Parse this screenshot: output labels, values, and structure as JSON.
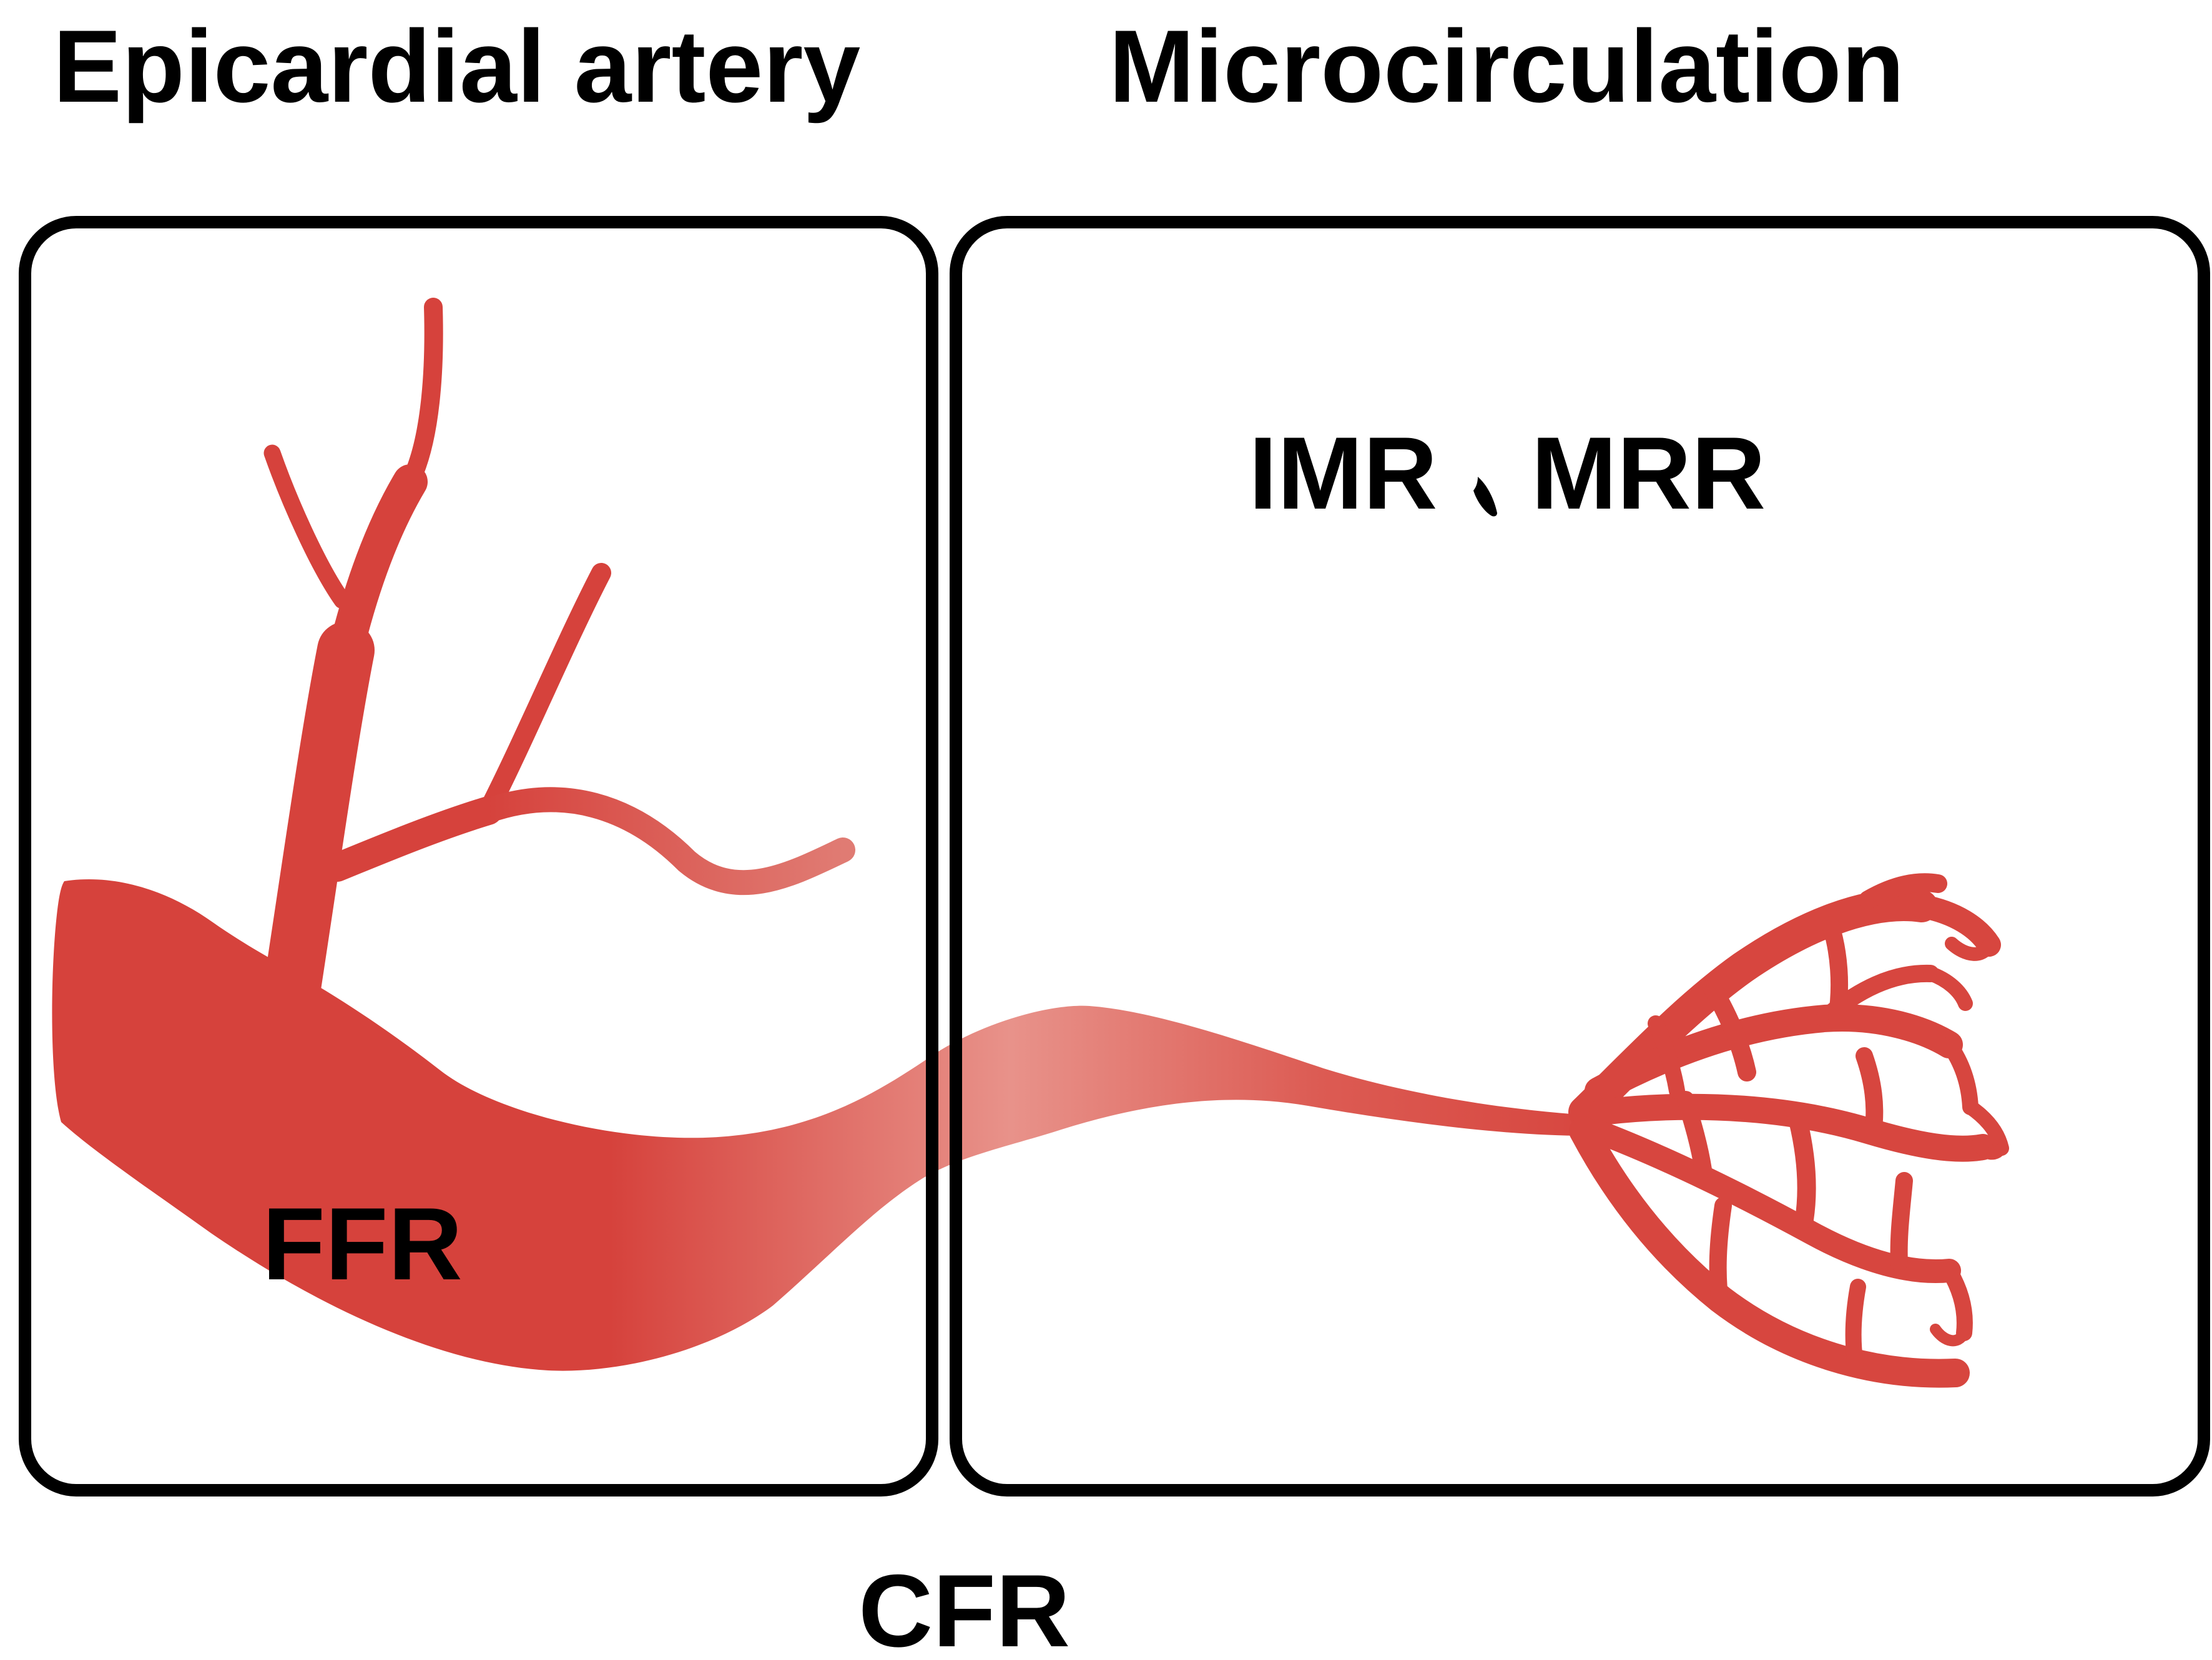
{
  "titles": {
    "left": "Epicardial artery",
    "right": "Microcirculation"
  },
  "labels": {
    "ffr": "FFR",
    "cfr": "CFR",
    "imr_mrr_full": "IMR、MRR",
    "imr": "IMR",
    "separator": "、",
    "mrr": "MRR"
  },
  "icons": {
    "left_panel_illustration": "epicardial-artery-vessel",
    "right_panel_illustration": "microcirculation-capillary-network",
    "separator_icon": "ideographic-comma"
  },
  "colors": {
    "background": "#FFFFFF",
    "ink": "#000000",
    "artery_red": "#D6423C",
    "artery_light_mid": "#E8928A",
    "artery_transition": "#DC5B53",
    "network_red": "#D7463F",
    "branch_tip_light": "#E07B73"
  }
}
